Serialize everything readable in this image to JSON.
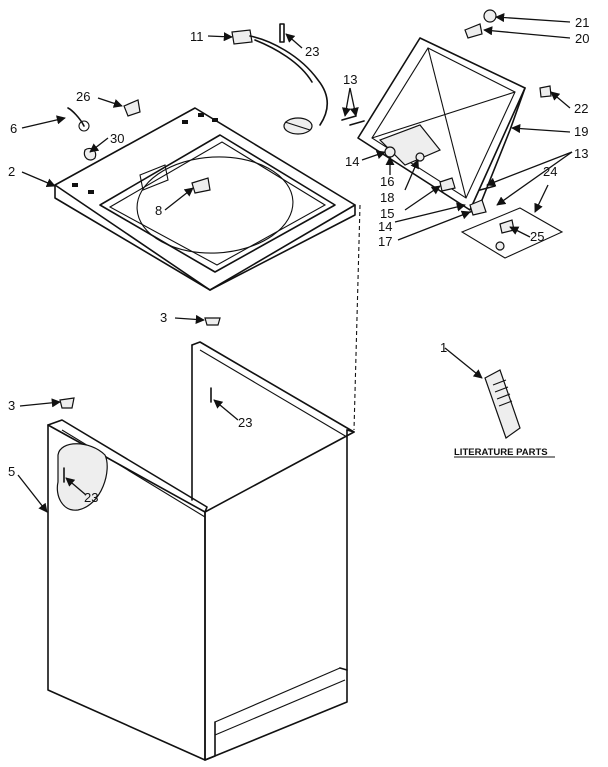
{
  "literature_caption": "LITERATURE PARTS",
  "callouts": [
    {
      "id": "c1",
      "text": "1"
    },
    {
      "id": "c2",
      "text": "2"
    },
    {
      "id": "c3a",
      "text": "3"
    },
    {
      "id": "c3b",
      "text": "3"
    },
    {
      "id": "c5",
      "text": "5"
    },
    {
      "id": "c6",
      "text": "6"
    },
    {
      "id": "c8",
      "text": "8"
    },
    {
      "id": "c11",
      "text": "11"
    },
    {
      "id": "c13a",
      "text": "13"
    },
    {
      "id": "c13b",
      "text": "13"
    },
    {
      "id": "c14a",
      "text": "14"
    },
    {
      "id": "c14b",
      "text": "14"
    },
    {
      "id": "c15",
      "text": "15"
    },
    {
      "id": "c16",
      "text": "16"
    },
    {
      "id": "c17",
      "text": "17"
    },
    {
      "id": "c18",
      "text": "18"
    },
    {
      "id": "c19",
      "text": "19"
    },
    {
      "id": "c20",
      "text": "20"
    },
    {
      "id": "c21",
      "text": "21"
    },
    {
      "id": "c22",
      "text": "22"
    },
    {
      "id": "c23a",
      "text": "23"
    },
    {
      "id": "c23b",
      "text": "23"
    },
    {
      "id": "c23c",
      "text": "23"
    },
    {
      "id": "c24",
      "text": "24"
    },
    {
      "id": "c25",
      "text": "25"
    },
    {
      "id": "c26",
      "text": "26"
    },
    {
      "id": "c30",
      "text": "30"
    }
  ]
}
